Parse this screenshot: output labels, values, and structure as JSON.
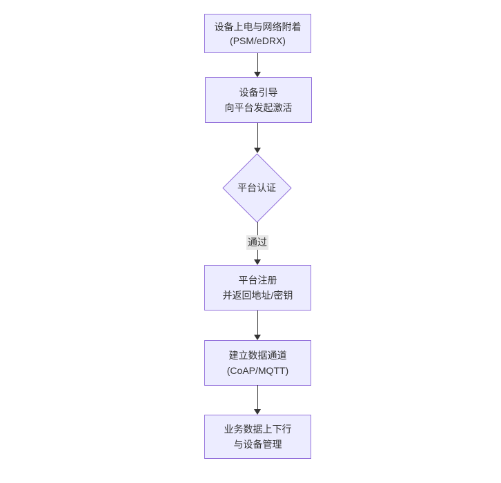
{
  "diagram": {
    "type": "flowchart",
    "direction": "top-to-bottom",
    "colors": {
      "node_fill": "#ECECFF",
      "node_border": "#9370DB",
      "edge_line": "#333333",
      "edge_label_bg": "#e8e8e8",
      "text": "#333333",
      "background": "#ffffff"
    },
    "nodes": [
      {
        "id": "A",
        "shape": "rectangle",
        "lines": [
          "设备上电与网络附着",
          "(PSM/eDRX)"
        ]
      },
      {
        "id": "B",
        "shape": "rectangle",
        "lines": [
          "设备引导",
          "向平台发起激活"
        ]
      },
      {
        "id": "C",
        "shape": "diamond",
        "lines": [
          "平台认证"
        ]
      },
      {
        "id": "D",
        "shape": "rectangle",
        "lines": [
          "平台注册",
          "并返回地址/密钥"
        ]
      },
      {
        "id": "E",
        "shape": "rectangle",
        "lines": [
          "建立数据通道",
          "(CoAP/MQTT)"
        ]
      },
      {
        "id": "F",
        "shape": "rectangle",
        "lines": [
          "业务数据上下行",
          "与设备管理"
        ]
      }
    ],
    "edges": [
      {
        "from": "A",
        "to": "B",
        "label": ""
      },
      {
        "from": "B",
        "to": "C",
        "label": ""
      },
      {
        "from": "C",
        "to": "D",
        "label": "通过"
      },
      {
        "from": "D",
        "to": "E",
        "label": ""
      },
      {
        "from": "E",
        "to": "F",
        "label": ""
      }
    ]
  }
}
